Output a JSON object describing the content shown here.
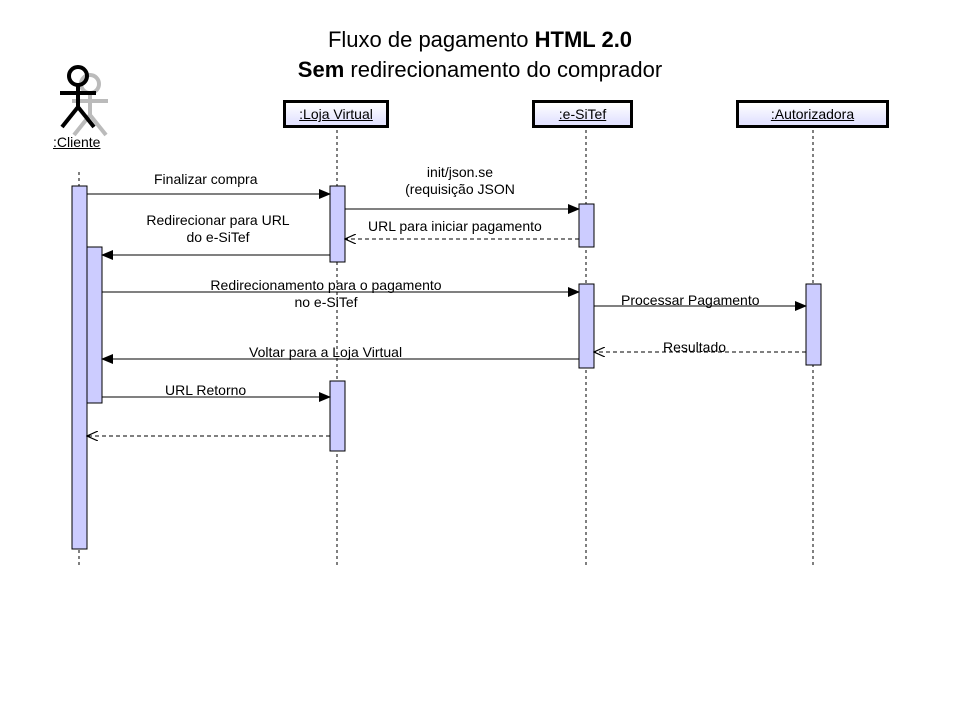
{
  "title": {
    "line1_normal": "Fluxo de pagamento ",
    "line1_bold": "HTML 2.0",
    "line2_bold": "Sem",
    "line2_normal": " redirecionamento do comprador"
  },
  "actor": {
    "name": ":Cliente"
  },
  "participants": [
    {
      "id": "loja",
      "name": ":Loja Virtual"
    },
    {
      "id": "esitef",
      "name": ":e-SiTef"
    },
    {
      "id": "autorizadora",
      "name": ":Autorizadora"
    }
  ],
  "messages": [
    {
      "id": "finalizar",
      "from": "cliente",
      "to": "loja",
      "style": "sync",
      "lines": [
        "Finalizar compra"
      ]
    },
    {
      "id": "init",
      "from": "loja",
      "to": "esitef",
      "style": "sync",
      "lines": [
        "init/json.se",
        "(requisição JSON"
      ]
    },
    {
      "id": "url-iniciar",
      "from": "esitef",
      "to": "loja",
      "style": "return",
      "lines": [
        "URL para iniciar pagamento"
      ]
    },
    {
      "id": "redirecionar",
      "from": "loja",
      "to": "cliente",
      "style": "sync",
      "lines": [
        "Redirecionar para URL",
        "do e-SiTef"
      ]
    },
    {
      "id": "redirecionamento",
      "from": "cliente",
      "to": "esitef",
      "style": "sync",
      "lines": [
        "Redirecionamento para o pagamento",
        "no e-SiTef"
      ]
    },
    {
      "id": "processar",
      "from": "esitef",
      "to": "autorizadora",
      "style": "sync",
      "lines": [
        "Processar Pagamento"
      ]
    },
    {
      "id": "resultado",
      "from": "autorizadora",
      "to": "esitef",
      "style": "return",
      "lines": [
        "Resultado"
      ]
    },
    {
      "id": "voltar",
      "from": "esitef",
      "to": "cliente",
      "style": "sync",
      "lines": [
        "Voltar para a Loja Virtual"
      ]
    },
    {
      "id": "url-retorno",
      "from": "cliente",
      "to": "loja",
      "style": "sync",
      "lines": [
        "URL Retorno"
      ]
    },
    {
      "id": "retorno-final",
      "from": "loja",
      "to": "cliente",
      "style": "return",
      "lines": []
    }
  ],
  "colors": {
    "activation_fill": "#ccccff",
    "participant_fill_bottom": "#e4e4ff",
    "line": "#000000",
    "shadow": "#bbbbbb"
  }
}
